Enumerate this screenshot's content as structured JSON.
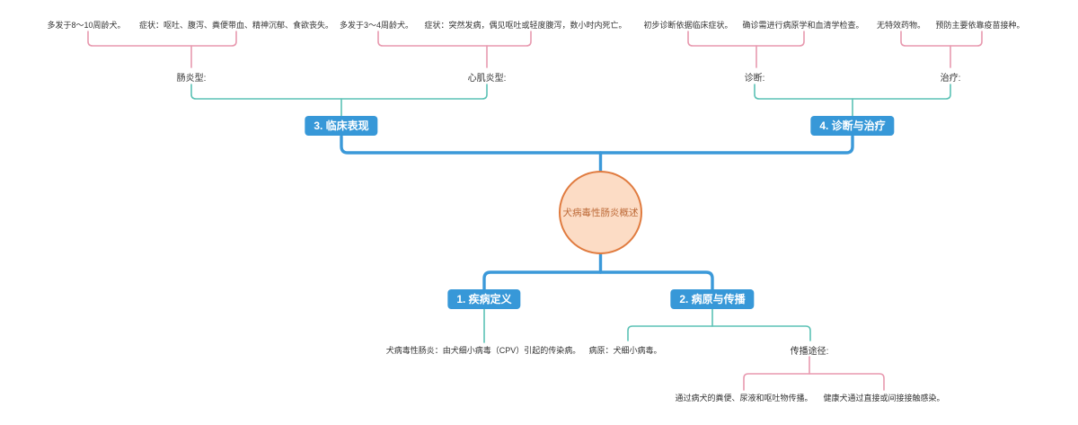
{
  "colors": {
    "node-blue": "#3798d8",
    "branch-blue": "#3b99d9",
    "link-pink": "#e899af",
    "link-teal": "#5cc2b5",
    "root-fill": "#fcdcc5",
    "root-border": "#e07b3f",
    "root-text": "#bd6a38",
    "text-dark": "#333333"
  },
  "root": {
    "label": "犬病毒性肠炎概述"
  },
  "branches": [
    {
      "label": "1. 疾病定义",
      "children": [
        {
          "label": "犬病毒性肠炎：由犬细小病毒（CPV）引起的传染病。"
        }
      ]
    },
    {
      "label": "2. 病原与传播",
      "children": [
        {
          "label": "病原：犬细小病毒。"
        },
        {
          "label": "传播途径:",
          "children": [
            {
              "label": "通过病犬的粪便、尿液和呕吐物传播。"
            },
            {
              "label": "健康犬通过直接或间接接触感染。"
            }
          ]
        }
      ]
    },
    {
      "label": "3. 临床表现",
      "children": [
        {
          "label": "肠炎型:",
          "children": [
            {
              "label": "多发于8～10周龄犬。"
            },
            {
              "label": "症状：呕吐、腹泻、粪便带血、精神沉郁、食欲丧失。"
            }
          ]
        },
        {
          "label": "心肌炎型:",
          "children": [
            {
              "label": "多发于3～4周龄犬。"
            },
            {
              "label": "症状：突然发病，偶见呕吐或轻度腹泻，数小时内死亡。"
            }
          ]
        }
      ]
    },
    {
      "label": "4. 诊断与治疗",
      "children": [
        {
          "label": "诊断:",
          "children": [
            {
              "label": "初步诊断依据临床症状。"
            },
            {
              "label": "确诊需进行病原学和血清学检查。"
            }
          ]
        },
        {
          "label": "治疗:",
          "children": [
            {
              "label": "无特效药物。"
            },
            {
              "label": "预防主要依靠疫苗接种。"
            }
          ]
        }
      ]
    }
  ]
}
